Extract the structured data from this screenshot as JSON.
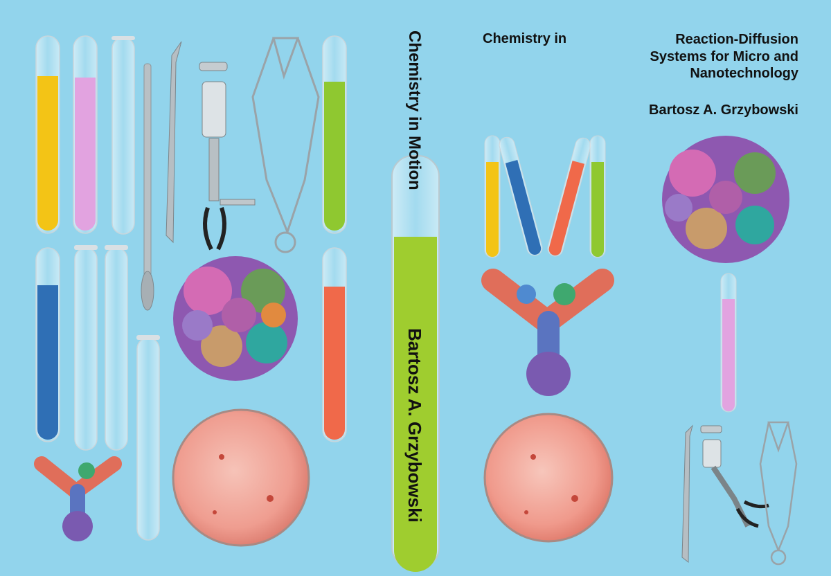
{
  "cover": {
    "background": "#92d4ec",
    "front": {
      "series": "Chemistry in",
      "title_lines": [
        "Reaction-Diffusion",
        "Systems for Micro and",
        "Nanotechnology"
      ],
      "author": "Bartosz A. Grzybowski"
    },
    "spine": {
      "series": "Chemistry  in Motion",
      "author": "Bartosz A. Grzybowski"
    }
  },
  "colors": {
    "yellow": "#f3c416",
    "pink": "#e8a6e2",
    "green": "#8fc830",
    "blue": "#2f6fb5",
    "orange": "#f0694a",
    "spine_liquid": "#9fcd2f",
    "petri": "#f2a79c"
  }
}
